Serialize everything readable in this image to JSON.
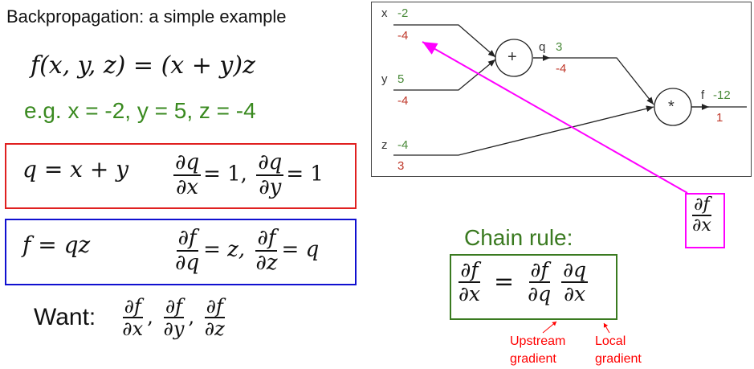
{
  "title": "Backpropagation: a simple example",
  "function": {
    "lhs": "f(x, y, z)",
    "eq": "=",
    "rhs": "(x + y)z"
  },
  "example": "e.g. x = -2, y = 5, z = -4",
  "box_q": {
    "def": "q = x + y",
    "d1_num": "∂q",
    "d1_den": "∂x",
    "d1_val": "= 1,",
    "d2_num": "∂q",
    "d2_den": "∂y",
    "d2_val": "= 1"
  },
  "box_f": {
    "def": "f = qz",
    "d1_num": "∂f",
    "d1_den": "∂q",
    "d1_val": "= z,",
    "d2_num": "∂f",
    "d2_den": "∂z",
    "d2_val": "= q"
  },
  "want": {
    "label": "Want:",
    "fracs": [
      {
        "num": "∂f",
        "den": "∂x"
      },
      {
        "num": "∂f",
        "den": "∂y"
      },
      {
        "num": "∂f",
        "den": "∂z"
      }
    ],
    "sep": ","
  },
  "graph": {
    "x": {
      "name": "x",
      "value": "-2",
      "grad": "-4"
    },
    "y": {
      "name": "y",
      "value": "5",
      "grad": "-4"
    },
    "z": {
      "name": "z",
      "value": "-4",
      "grad": "3"
    },
    "q": {
      "name": "q",
      "value": "3",
      "grad": "-4"
    },
    "f": {
      "name": "f",
      "value": "-12",
      "grad": "1"
    },
    "add_op": "+",
    "mul_op": "*"
  },
  "highlight": {
    "num": "∂f",
    "den": "∂x"
  },
  "chain_rule": {
    "title": "Chain rule:",
    "lhs_num": "∂f",
    "lhs_den": "∂x",
    "eq": "=",
    "a_num": "∂f",
    "a_den": "∂q",
    "b_num": "∂q",
    "b_den": "∂x",
    "upstream": [
      "Upstream",
      "gradient"
    ],
    "local": [
      "Local",
      "gradient"
    ]
  },
  "colors": {
    "value": "#4a8a3a",
    "grad": "#c0392b",
    "highlight": "#ff00ff",
    "q_box": "#e02020",
    "f_box": "#1010d0",
    "chain": "#3a7a20"
  }
}
